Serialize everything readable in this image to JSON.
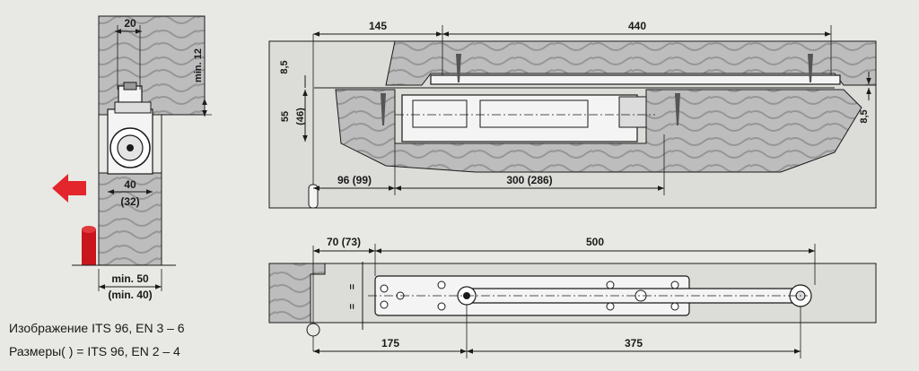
{
  "dimensions": {
    "frame_width": "20",
    "min_12": "min. 12",
    "d_145": "145",
    "d_440": "440",
    "d_8_5_left": "8,5",
    "d_55": "55",
    "d_46": "(46)",
    "d_8_5_right": "8,5",
    "d_96": "96 (99)",
    "d_300": "300 (286)",
    "d_40": "40",
    "d_32": "(32)",
    "min_50": "min. 50",
    "min_40": "(min. 40)",
    "d_70": "70 (73)",
    "d_500": "500",
    "d_175": "175",
    "d_375": "375",
    "equal_marks": [
      "=",
      "="
    ]
  },
  "captions": {
    "line1": "Изображение ITS 96, EN 3 – 6",
    "line2": "Размеры( ) = ITS 96, EN 2 – 4"
  },
  "colors": {
    "background": "#e8e9e4",
    "wood": "#bdbdbd",
    "grain": "#9a9a9a",
    "metal": "#f4f4f4",
    "arrow_red": "#e3262b",
    "stop_red": "#c8161c",
    "line": "#1a1a1a"
  },
  "icons": {
    "direction_arrow": "red-left-arrow-icon",
    "door_stop": "red-door-stop-icon"
  }
}
